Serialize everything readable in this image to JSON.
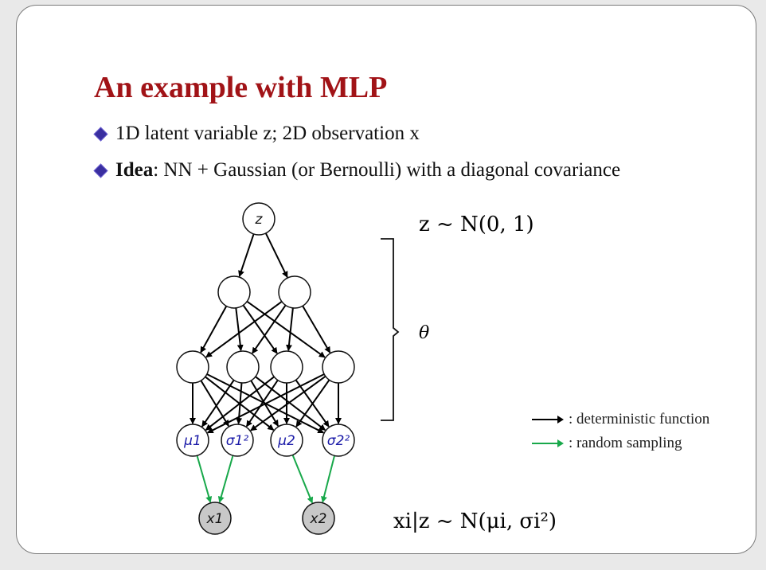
{
  "slide": {
    "title": "An example with MLP",
    "bullets": [
      {
        "text": "1D latent variable z; 2D observation x"
      },
      {
        "bold": "Idea",
        "text": ": NN + Gaussian (or Bernoulli) with a diagonal covariance"
      }
    ]
  },
  "diagram": {
    "latent_node": "z",
    "param_nodes": [
      "μ1",
      "σ1²",
      "μ2",
      "σ2²"
    ],
    "output_nodes": [
      "x1",
      "x2"
    ],
    "prior_formula": "z ~ N(0, 1)",
    "theta_label": "θ",
    "likelihood_formula": "xi|z ~ N(μi, σi²)"
  },
  "legend": {
    "deterministic": ": deterministic function",
    "random": ": random sampling"
  },
  "colors": {
    "title": "#a11317",
    "param_text": "#1a1aa8",
    "sampling_arrow": "#18a84a",
    "deterministic_arrow": "#000000",
    "output_node_fill": "#c8c8c8"
  }
}
